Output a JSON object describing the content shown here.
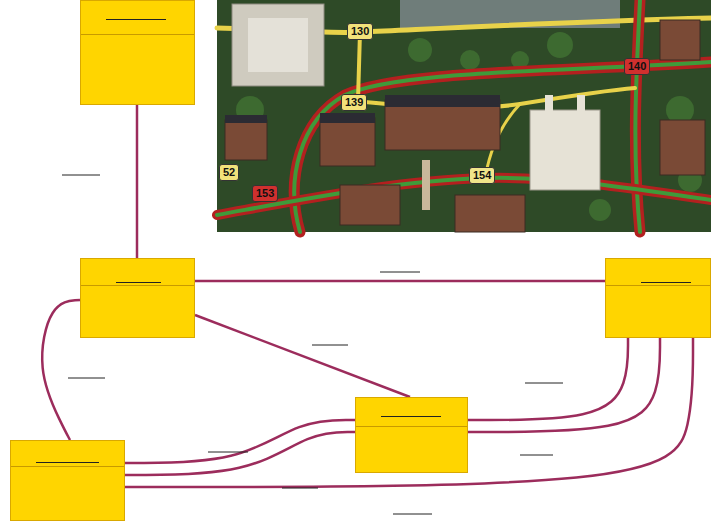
{
  "diagram": {
    "nodes": [
      {
        "text": []
      },
      {
        "text": []
      },
      {
        "text": []
      },
      {
        "text": []
      },
      {
        "text": []
      }
    ],
    "edges": [
      {
        "from": 0,
        "to": 1,
        "arrow": "none"
      },
      {
        "from": 1,
        "to": 2,
        "arrow": "none"
      },
      {
        "from": 1,
        "to": 3,
        "arrow": "none"
      },
      {
        "from": 1,
        "to": 4,
        "arrow": "none"
      },
      {
        "from": 4,
        "to": 3,
        "arrow": "none"
      },
      {
        "from": 4,
        "to": 3,
        "arrow": "none"
      },
      {
        "from": 3,
        "to": 2,
        "arrow": "none"
      },
      {
        "from": 3,
        "to": 2,
        "arrow": "none"
      },
      {
        "from": 4,
        "to": 2,
        "arrow": "none"
      }
    ],
    "labels": [
      "130",
      "140",
      "139",
      "154",
      "52",
      "153"
    ]
  }
}
